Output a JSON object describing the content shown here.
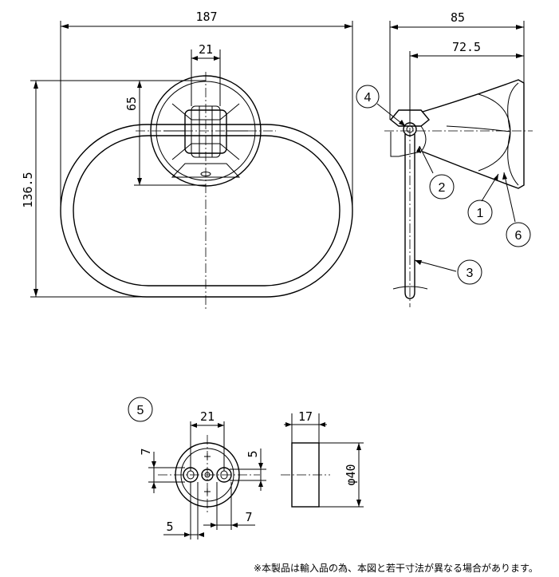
{
  "dimensions": {
    "overall_width": "187",
    "base_width": "21",
    "height_to_base": "65",
    "overall_height": "136.5",
    "side_depth": "85",
    "side_depth_inner": "72.5",
    "detail_width": "21",
    "detail_slot_height": "7",
    "detail_hole": "5",
    "detail_left_offset": "5",
    "detail_right_offset": "7",
    "bracket_thickness": "17",
    "bracket_diameter": "φ40"
  },
  "callouts": [
    "1",
    "2",
    "3",
    "4",
    "5",
    "6"
  ],
  "note": "※本製品は輸入品の為、本図と若干寸法が異なる場合があります。"
}
